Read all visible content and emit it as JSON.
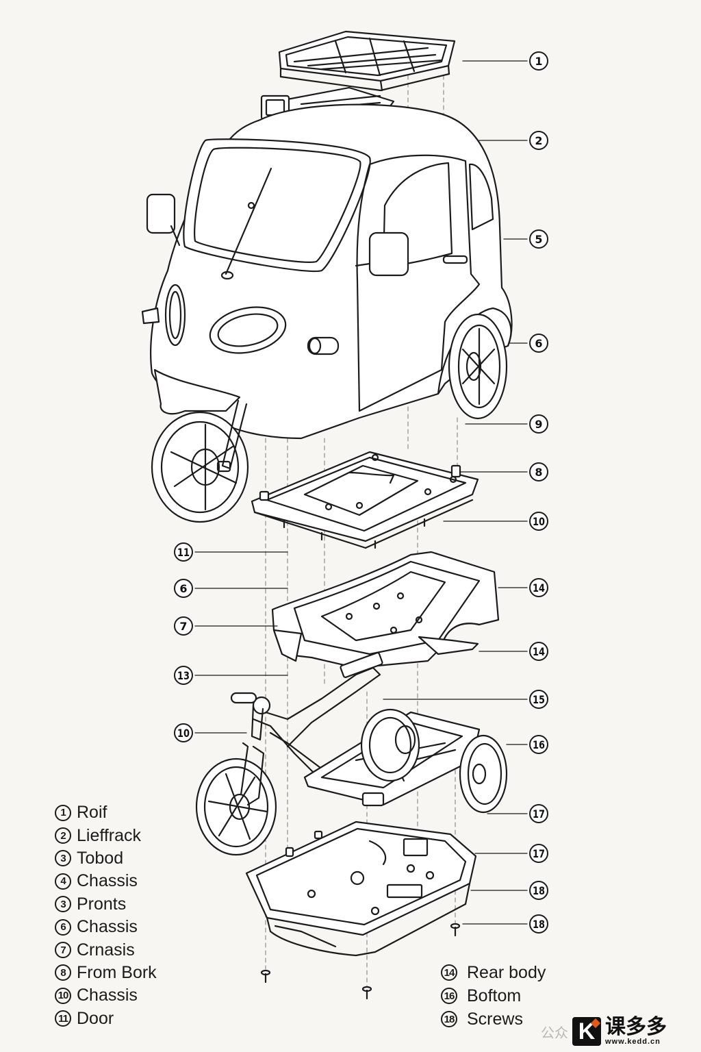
{
  "callouts": [
    {
      "num": "1"
    },
    {
      "num": "2"
    },
    {
      "num": "5"
    },
    {
      "num": "6"
    },
    {
      "num": "9"
    },
    {
      "num": "8"
    },
    {
      "num": "10"
    },
    {
      "num": "11"
    },
    {
      "num": "6"
    },
    {
      "num": "14"
    },
    {
      "num": "7"
    },
    {
      "num": "14"
    },
    {
      "num": "13"
    },
    {
      "num": "15"
    },
    {
      "num": "10"
    },
    {
      "num": "16"
    },
    {
      "num": "17"
    },
    {
      "num": "17"
    },
    {
      "num": "18"
    },
    {
      "num": "18"
    }
  ],
  "legend_left": [
    {
      "num": "1",
      "label": "Roif"
    },
    {
      "num": "2",
      "label": "Lieffrack"
    },
    {
      "num": "3",
      "label": "Tobod"
    },
    {
      "num": "4",
      "label": "Chassis"
    },
    {
      "num": "3",
      "label": "Pronts"
    },
    {
      "num": "6",
      "label": "Chassis"
    },
    {
      "num": "7",
      "label": "Crnasis"
    },
    {
      "num": "8",
      "label": "From Bork"
    },
    {
      "num": "10",
      "label": "Chassis"
    },
    {
      "num": "11",
      "label": "Door"
    }
  ],
  "legend_right": [
    {
      "num": "14",
      "label": "Rear body"
    },
    {
      "num": "16",
      "label": "Boftom"
    },
    {
      "num": "18",
      "label": "Screws"
    }
  ],
  "watermark": {
    "left_text": "公众",
    "logo_letter": "K",
    "brand": "课多多",
    "url": "www.kedd.cn"
  }
}
